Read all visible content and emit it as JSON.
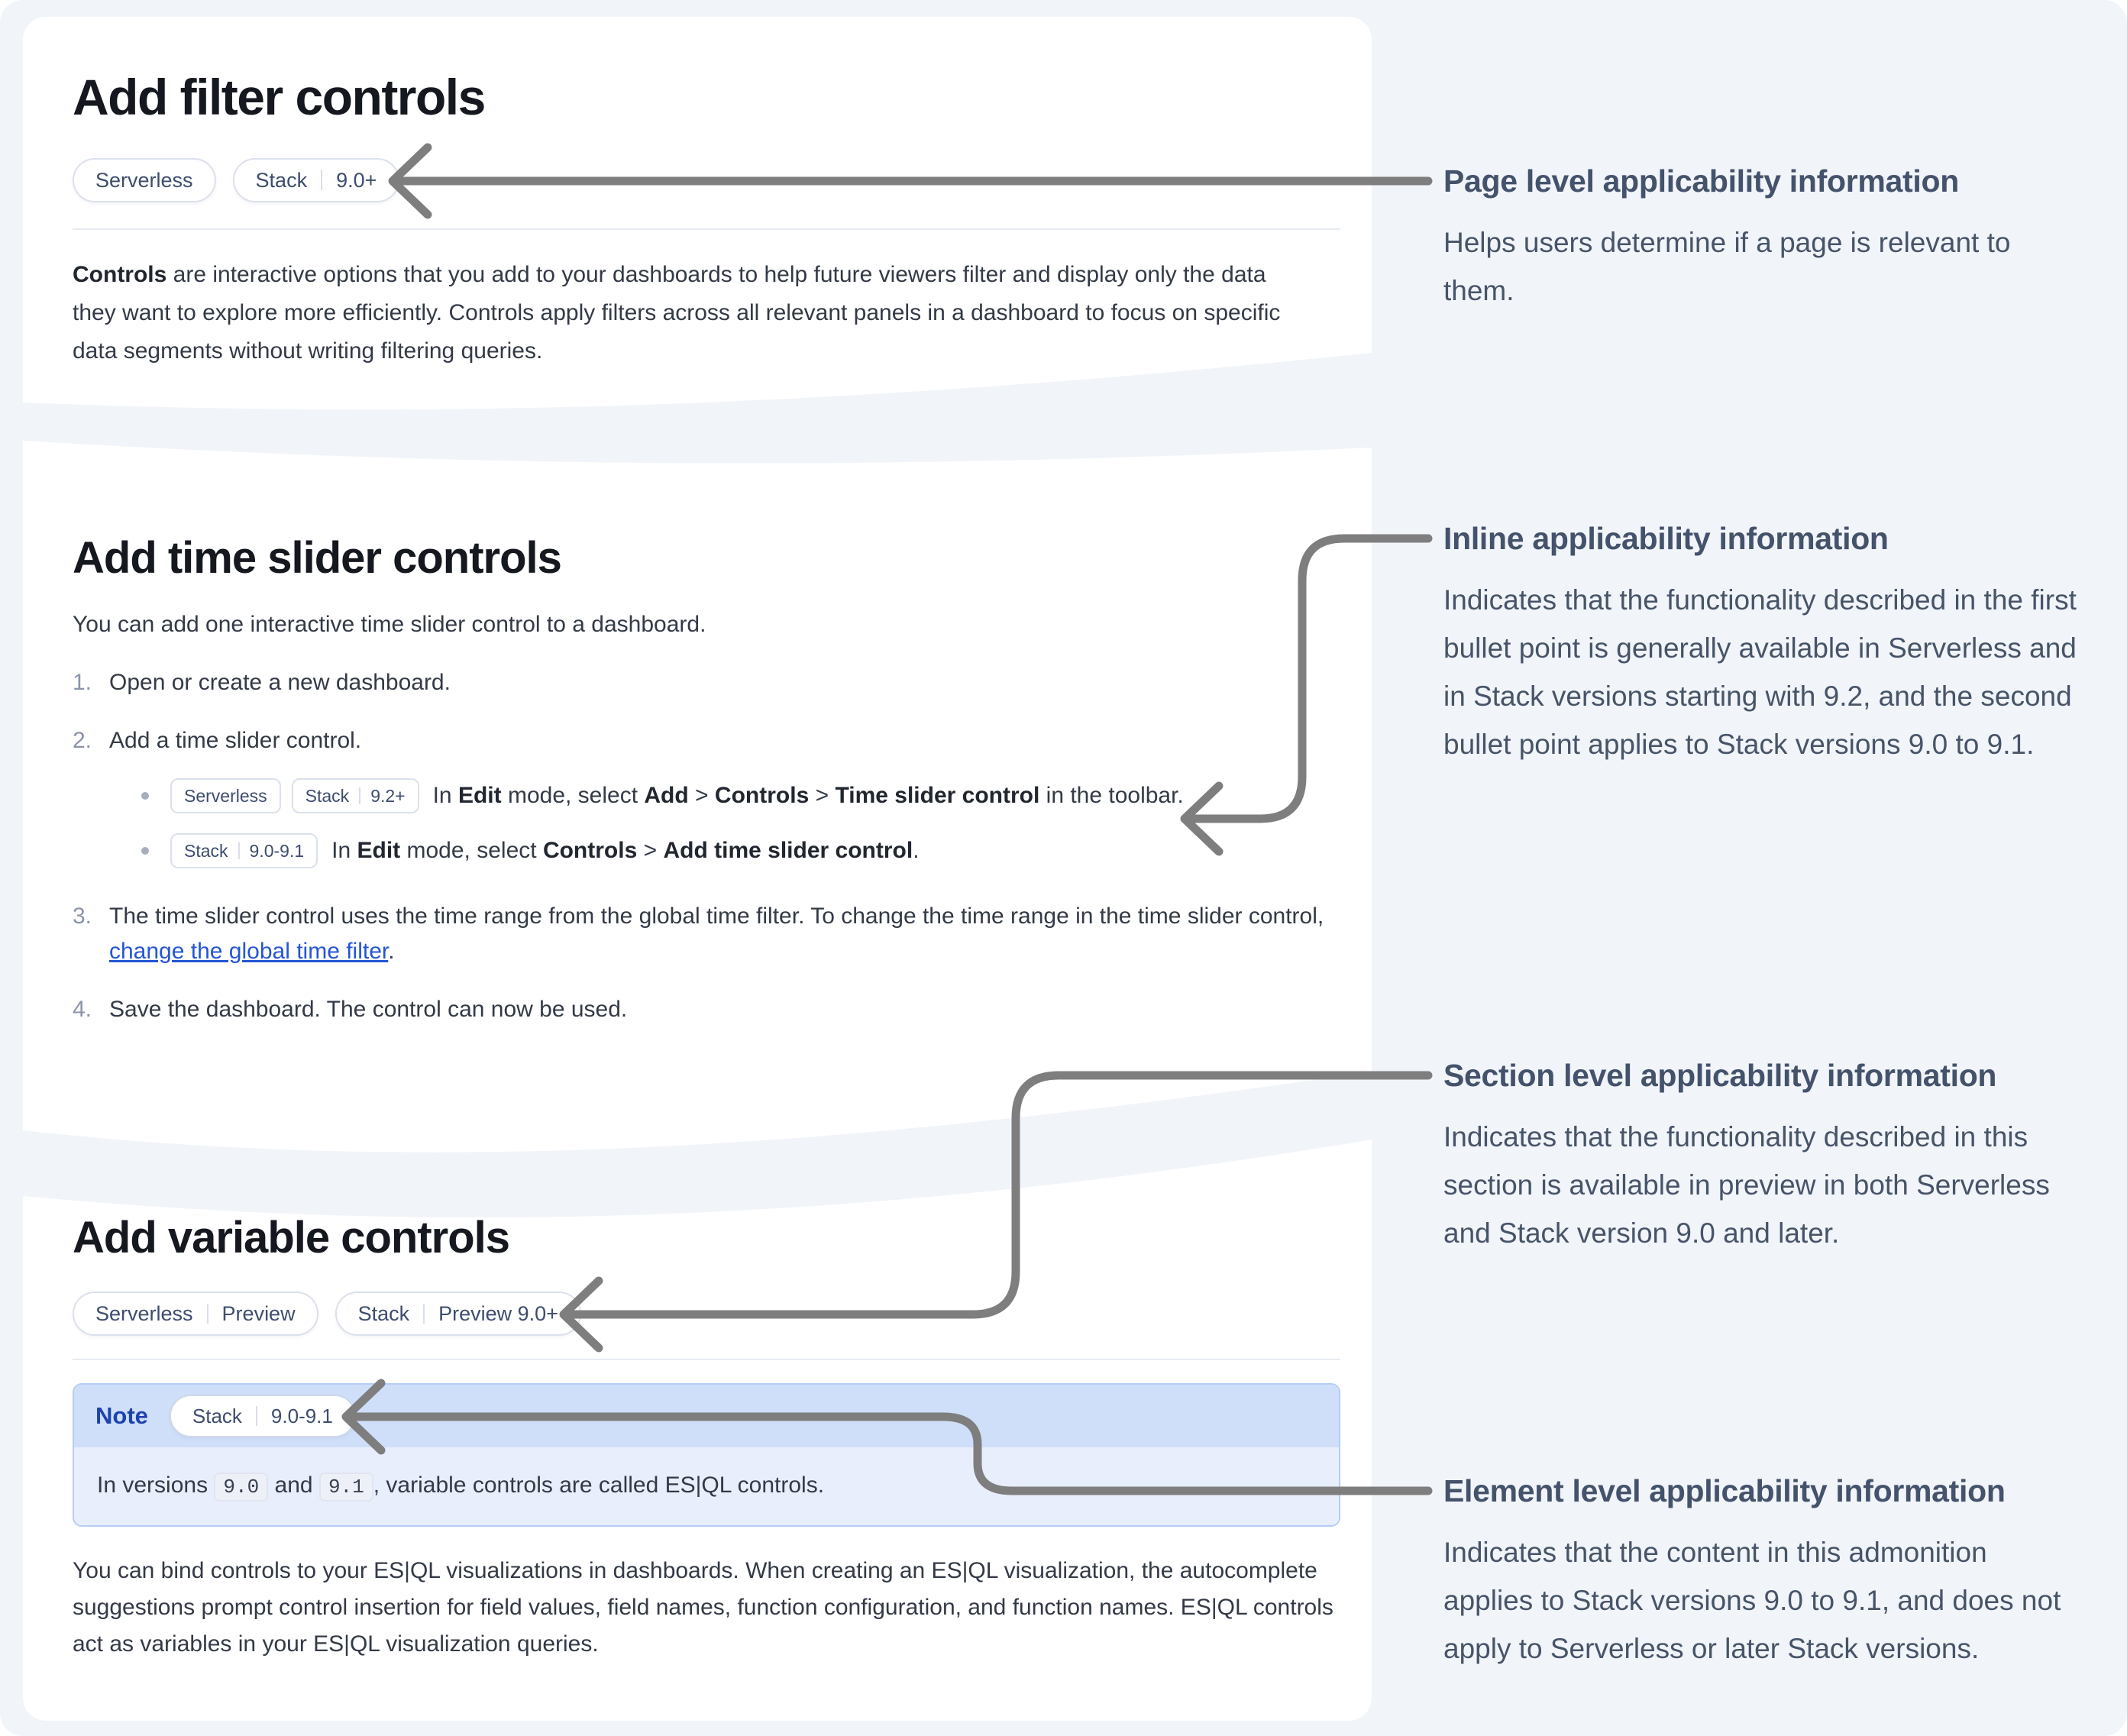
{
  "theme": {
    "page_bg": "#f1f4f9",
    "card_bg": "#ffffff",
    "arrow_color": "#7e7e7e",
    "annotation_color": "#475468",
    "badge_text_color": "#3e4c6d",
    "note_label_color": "#1c43ae",
    "note_header_bg": "#cfdff9",
    "note_body_bg": "#e8eefc",
    "link_color": "#2456d4"
  },
  "sections": {
    "filter": {
      "title": "Add filter controls",
      "badges": [
        {
          "segments": [
            "Serverless"
          ]
        },
        {
          "segments": [
            "Stack",
            "9.0+"
          ]
        }
      ],
      "intro_runs": [
        {
          "bold": "Controls"
        },
        {
          "text": " are interactive options that you add to your dashboards to help future viewers filter and display only the data they want to explore more efficiently. Controls apply filters across all relevant panels in a dashboard to focus on specific data segments without writing filtering queries."
        }
      ]
    },
    "time_slider": {
      "title": "Add time slider controls",
      "intro": "You can add one interactive time slider control to a dashboard.",
      "steps": [
        {
          "num": "1.",
          "runs": [
            {
              "text": "Open or create a new dashboard."
            }
          ]
        },
        {
          "num": "2.",
          "runs": [
            {
              "text": "Add a time slider control."
            }
          ]
        },
        {
          "num": "3.",
          "runs": [
            {
              "text": "The time slider control uses the time range from the global time filter. To change the time range in the time slider control, "
            },
            {
              "link": "change the global time filter"
            },
            {
              "text": "."
            }
          ]
        },
        {
          "num": "4.",
          "runs": [
            {
              "text": "Save the dashboard. The control can now be used."
            }
          ]
        }
      ],
      "substeps": [
        {
          "badges": [
            {
              "segments": [
                "Serverless"
              ]
            },
            {
              "segments": [
                "Stack",
                "9.2+"
              ]
            }
          ],
          "runs": [
            {
              "text": "In "
            },
            {
              "bold": "Edit"
            },
            {
              "text": " mode, select "
            },
            {
              "bold": "Add"
            },
            {
              "text": " > "
            },
            {
              "bold": "Controls"
            },
            {
              "text": " > "
            },
            {
              "bold": "Time slider control"
            },
            {
              "text": " in the toolbar."
            }
          ]
        },
        {
          "badges": [
            {
              "segments": [
                "Stack",
                "9.0-9.1"
              ]
            }
          ],
          "runs": [
            {
              "text": "In "
            },
            {
              "bold": "Edit"
            },
            {
              "text": " mode, select "
            },
            {
              "bold": "Controls"
            },
            {
              "text": " > "
            },
            {
              "bold": "Add time slider control"
            },
            {
              "text": "."
            }
          ]
        }
      ]
    },
    "variable": {
      "title": "Add variable controls",
      "badges": [
        {
          "segments": [
            "Serverless",
            "Preview"
          ]
        },
        {
          "segments": [
            "Stack",
            "Preview 9.0+"
          ]
        }
      ],
      "note": {
        "label": "Note",
        "badge": {
          "segments": [
            "Stack",
            "9.0-9.1"
          ]
        },
        "body_runs": [
          {
            "text": "In versions "
          },
          {
            "code": "9.0"
          },
          {
            "text": " and "
          },
          {
            "code": "9.1"
          },
          {
            "text": ", variable controls are called ES|QL controls."
          }
        ]
      },
      "paragraph": "You can bind controls to your ES|QL visualizations in dashboards. When creating an ES|QL visualization, the autocomplete suggestions prompt control insertion for field values, field names, function configuration, and function names. ES|QL controls act as variables in your ES|QL visualization queries."
    }
  },
  "annotations": [
    {
      "heading": "Page level applicability information",
      "body": "Helps users determine if a page is relevant to them."
    },
    {
      "heading": "Inline applicability information",
      "body": "Indicates that the functionality described in the first bullet point is generally available in Serverless and in Stack versions starting with 9.2, and the second bullet point applies to Stack versions 9.0 to 9.1."
    },
    {
      "heading": "Section level applicability information",
      "body": "Indicates that the functionality described in this section is available in preview in both Serverless and Stack version 9.0 and later."
    },
    {
      "heading": "Element level applicability information",
      "body": "Indicates that the content in this admonition applies to Stack versions 9.0 to 9.1, and does not apply to Serverless or later Stack versions."
    }
  ]
}
